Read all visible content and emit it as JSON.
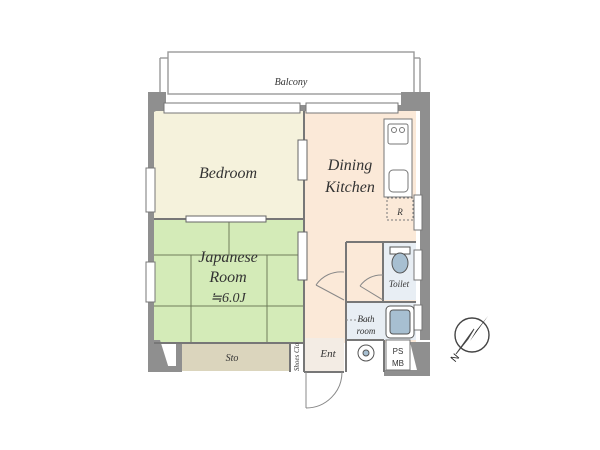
{
  "rooms": {
    "balcony": "Balcony",
    "bedroom": "Bedroom",
    "dining": "Dining",
    "kitchen": "Kitchen",
    "japanese": "Japanese",
    "japanese_room": "Room",
    "japanese_size": "≒6.0J",
    "refrigerator": "R",
    "toilet": "Toilet",
    "bath": "Bath",
    "bath_room": "room",
    "entrance": "Ent",
    "storage": "Sto",
    "shoe_closet": "Shoes Clo",
    "ps": "PS",
    "mb": "MB",
    "compass_north": "N"
  },
  "colors": {
    "wall": "#8f8f8f",
    "bedroom_floor": "#f5f2dc",
    "japanese_floor": "#d4ebb8",
    "dining_floor": "#fbe9d8",
    "wet_floor": "#e8eef4",
    "storage_floor": "#dbd5bd",
    "fixture": "#a7bfd1"
  }
}
